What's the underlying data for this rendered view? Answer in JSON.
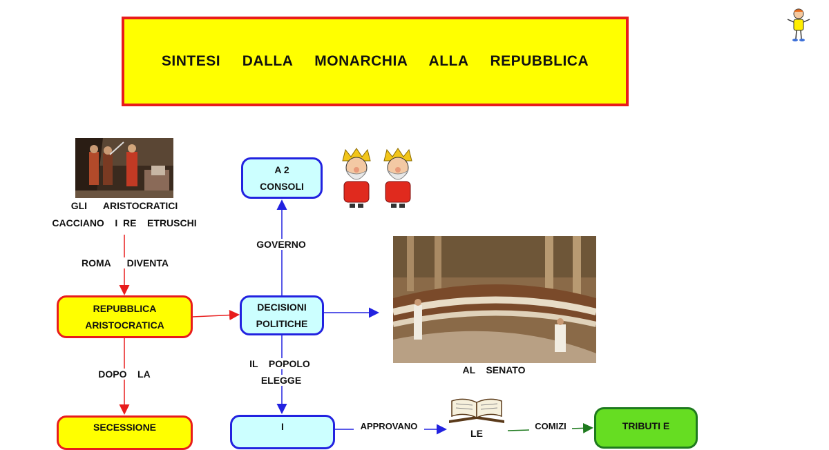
{
  "title": "SINTESI     DALLA     MONARCHIA     ALLA     REPUBBLICA",
  "colors": {
    "title_fill": "#ffff00",
    "title_border": "#e81c1c",
    "node_yellow_fill": "#ffff00",
    "node_yellow_border": "#e81c1c",
    "node_cyan_fill": "#ccffff",
    "node_cyan_border": "#2222e0",
    "node_green_fill": "#66dd22",
    "node_green_border": "#1e7a1e",
    "arrow_red": "#e81c1c",
    "arrow_blue": "#2222e0",
    "arrow_green": "#1e7a1e"
  },
  "text": {
    "aristocratici_line1": "GLI      ARISTOCRATICI",
    "aristocratici_line2": "CACCIANO    I  RE    ETRUSCHI",
    "roma_diventa": "ROMA      DIVENTA",
    "dopo_la": "DOPO    LA",
    "governo": "GOVERNO",
    "il_popolo": "IL    POPOLO",
    "elegge": "ELEGGE",
    "al_senato": "AL    SENATO",
    "approvano": "APPROVANO",
    "comizi": "COMIZI",
    "le_partial": "LE"
  },
  "nodes": {
    "repubblica": "REPUBBLICA\nARISTOCRATICA",
    "secessione": "SECESSIONE",
    "consoli": "A  2\nCONSOLI",
    "decisioni": "DECISIONI\nPOLITICHE",
    "i_box": "I",
    "tributi": "TRIBUTI    E"
  },
  "images": {
    "painting_horatii": "painting-icon",
    "kings": "crowned-king-icon",
    "painting_senate": "painting-icon",
    "book": "open-book-icon",
    "mascot": "mascot-icon"
  }
}
